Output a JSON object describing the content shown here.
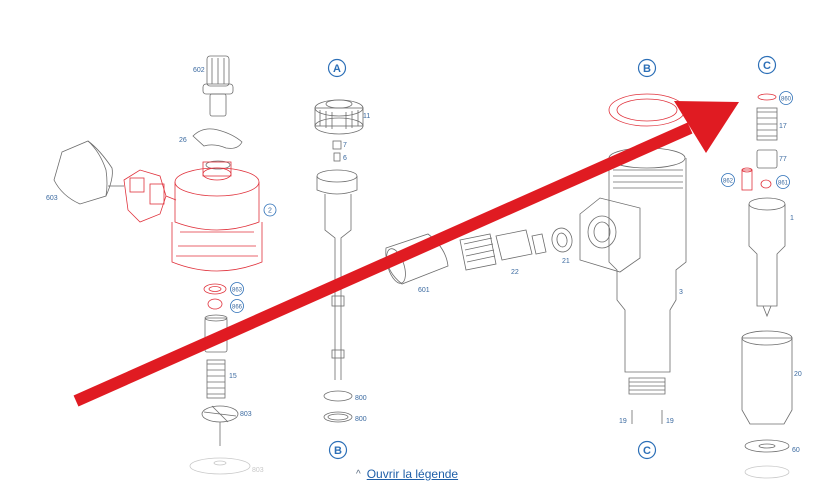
{
  "badges": {
    "a_top": "A",
    "b_top": "B",
    "c_top": "C",
    "b_bottom": "B",
    "c_bottom": "C"
  },
  "labels": {
    "p602": "602",
    "p26": "26",
    "p603": "603",
    "p2": "2",
    "p863": "863",
    "p866": "866",
    "p15": "15",
    "p803a": "803",
    "p803b": "803",
    "p11": "11",
    "p7": "7",
    "p6": "6",
    "p800a": "800",
    "p800b": "800",
    "p601": "601",
    "p22": "22",
    "p21": "21",
    "p3": "3",
    "p19a": "19",
    "p19b": "19",
    "p860": "860",
    "p17": "17",
    "p77": "77",
    "p862": "862",
    "p861": "861",
    "p1": "1",
    "p20": "20",
    "p60": "60"
  },
  "legend": {
    "label": "Ouvrir la légende",
    "icon": "chevron-up-icon"
  },
  "colors": {
    "arrow": "#e01b22",
    "highlight": "#e0323c",
    "badge": "#2c6fb7"
  }
}
